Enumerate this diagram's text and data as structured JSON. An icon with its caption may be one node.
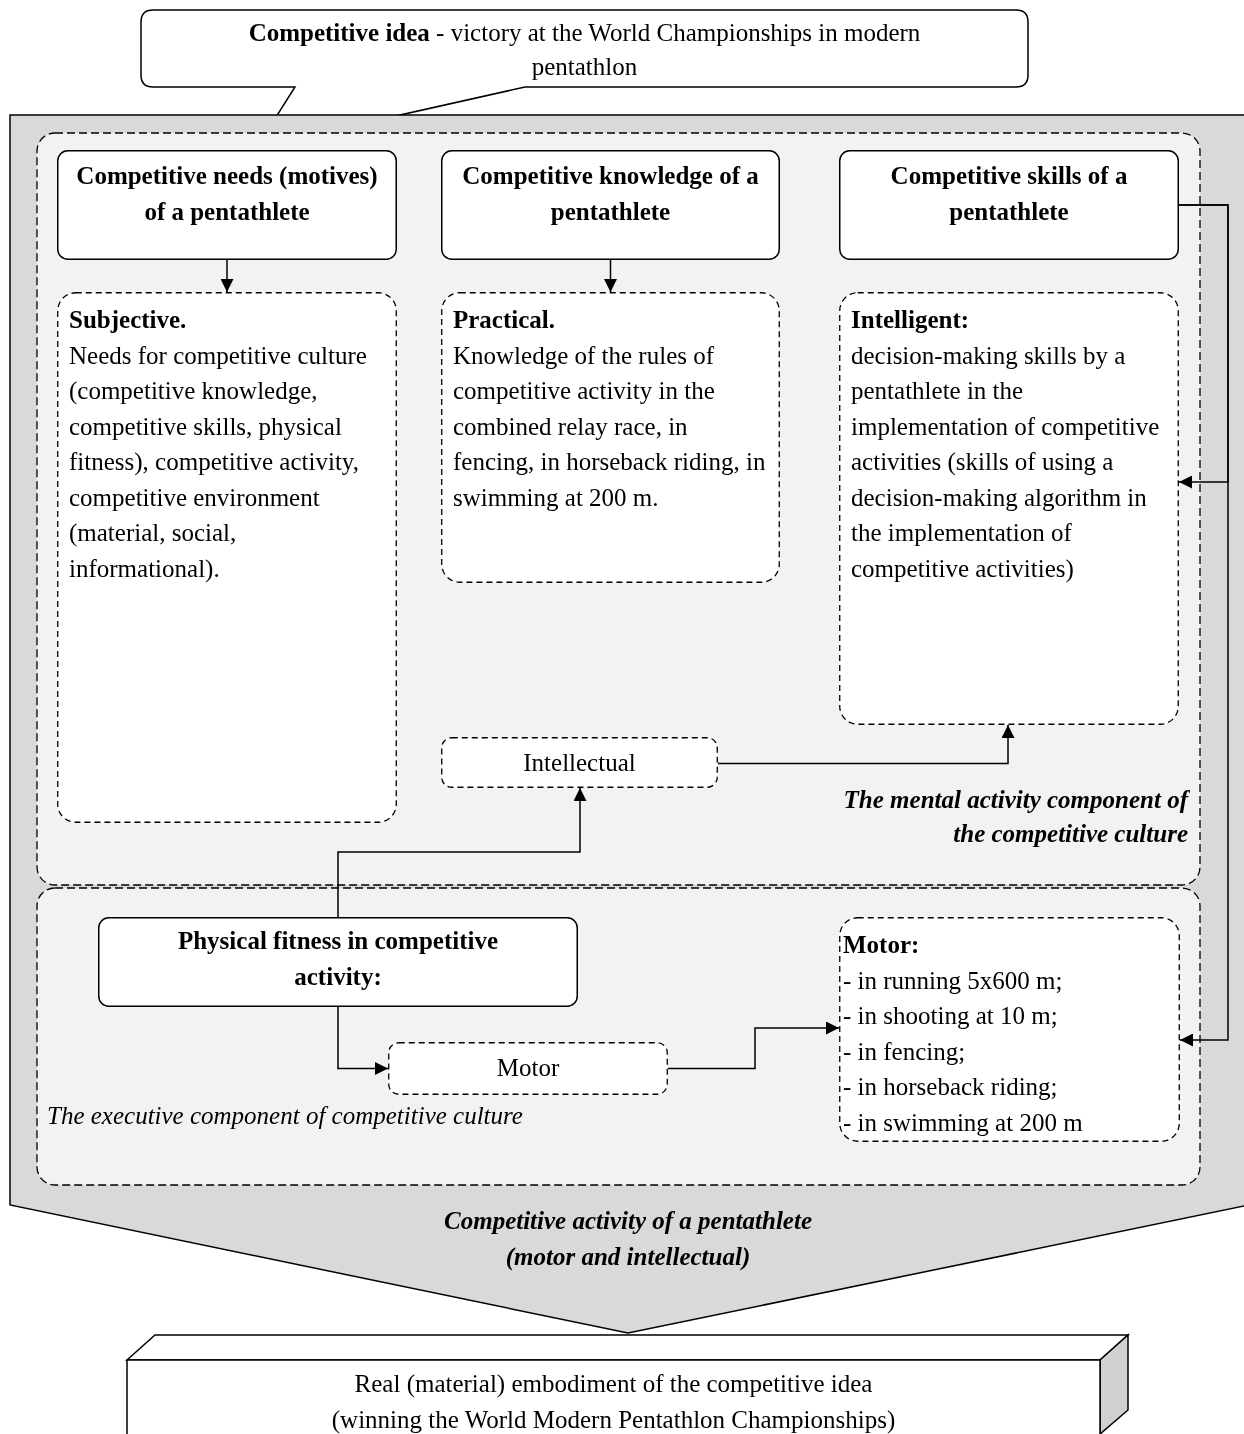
{
  "diagram": {
    "nodes": [
      {
        "text": [
          "**Competitive idea** - victory at the World Championships in modern pentathlon"
        ]
      },
      {
        "text": [
          "Competitive activity of a pentathlete (motor and intellectual)"
        ]
      },
      {
        "text": [
          "The mental activity component of the competitive culture"
        ],
        "in": 1
      },
      {
        "text": [
          "Competitive needs (motives) of a pentathlete"
        ],
        "in": 2
      },
      {
        "text": [
          "Competitive knowledge of a pentathlete"
        ],
        "in": 2
      },
      {
        "text": [
          "Competitive skills of a pentathlete"
        ],
        "in": 2
      },
      {
        "text": [
          "Subjective.",
          "Needs for competitive culture (competitive knowledge, competitive skills, physical fitness), competitive activity, competitive environment (material, social, informational)."
        ],
        "in": 2
      },
      {
        "text": [
          "Practical.",
          "Knowledge of the rules of competitive activity in the combined relay race, in fencing, in horseback riding, in swimming at 200 m."
        ],
        "in": 2
      },
      {
        "text": [
          "Intelligent:",
          "decision-making skills by a pentathlete in the implementation of competitive activities (skills of using a decision-making algorithm in the implementation of competitive activities)"
        ],
        "in": 2
      },
      {
        "text": [
          "Intellectual"
        ],
        "in": 2
      },
      {
        "text": [
          "The executive component of competitive culture"
        ],
        "in": 1
      },
      {
        "text": [
          "Physical fitness in competitive activity:"
        ],
        "in": 10
      },
      {
        "text": [
          "Motor"
        ],
        "in": 10
      },
      {
        "text": [
          "Motor:",
          "- in running 5x600 m;",
          "- in shooting at 10 m;",
          "- in fencing;",
          "- in horseback riding;",
          "- in swimming at 200 m"
        ],
        "in": 10
      },
      {
        "text": [
          "Real (material) embodiment of the competitive idea",
          "(winning the World Modern Pentathlon Championships)"
        ]
      }
    ],
    "edges": [
      {
        "from": 3,
        "to": 6,
        "arrow": "to"
      },
      {
        "from": 4,
        "to": 7,
        "arrow": "to"
      },
      {
        "from": 5,
        "to": 8,
        "arrow": "to"
      },
      {
        "from": 5,
        "to": 13,
        "arrow": "to"
      },
      {
        "from": 11,
        "to": 9,
        "arrow": "to"
      },
      {
        "from": 9,
        "to": 8,
        "arrow": "to"
      },
      {
        "from": 11,
        "to": 12,
        "arrow": "to"
      },
      {
        "from": 12,
        "to": 13,
        "arrow": "to"
      }
    ]
  }
}
